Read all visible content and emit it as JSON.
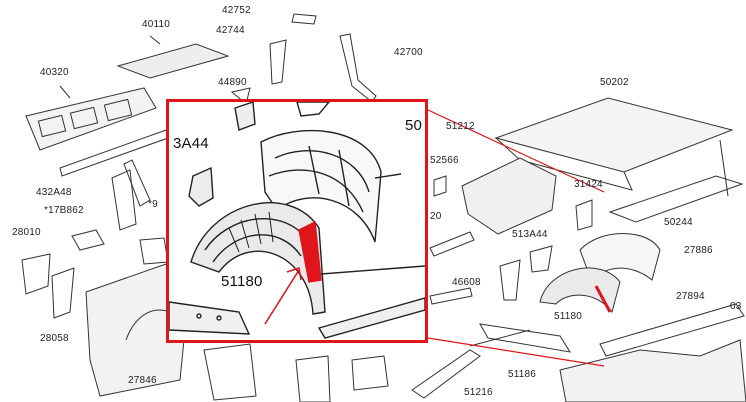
{
  "diagram": {
    "part_numbers": {
      "p40110": "40110",
      "p42752": "42752",
      "p42744": "42744",
      "p42700": "42700",
      "p40320": "40320",
      "p44890": "44890",
      "p50202": "50202",
      "p51212": "51212",
      "p52566": "52566",
      "p31424": "31424",
      "p432A48": "432A48",
      "p17B862": "*17B862",
      "p9A": "*9",
      "p28010": "28010",
      "p28058": "28058",
      "p27846": "27846",
      "p513A44": "513A44",
      "p27886": "27886",
      "p50244": "50244",
      "p46608": "46608",
      "p27894": "27894",
      "p51180_small": "51180",
      "p51186": "51186",
      "p51216": "51216",
      "p03": "03",
      "p20": "20"
    },
    "zoom": {
      "label_3A44": "3A44",
      "label_50": "50",
      "label_51180": "51180"
    },
    "colors": {
      "highlight_red": "#e0141b",
      "ink": "#222222"
    }
  }
}
